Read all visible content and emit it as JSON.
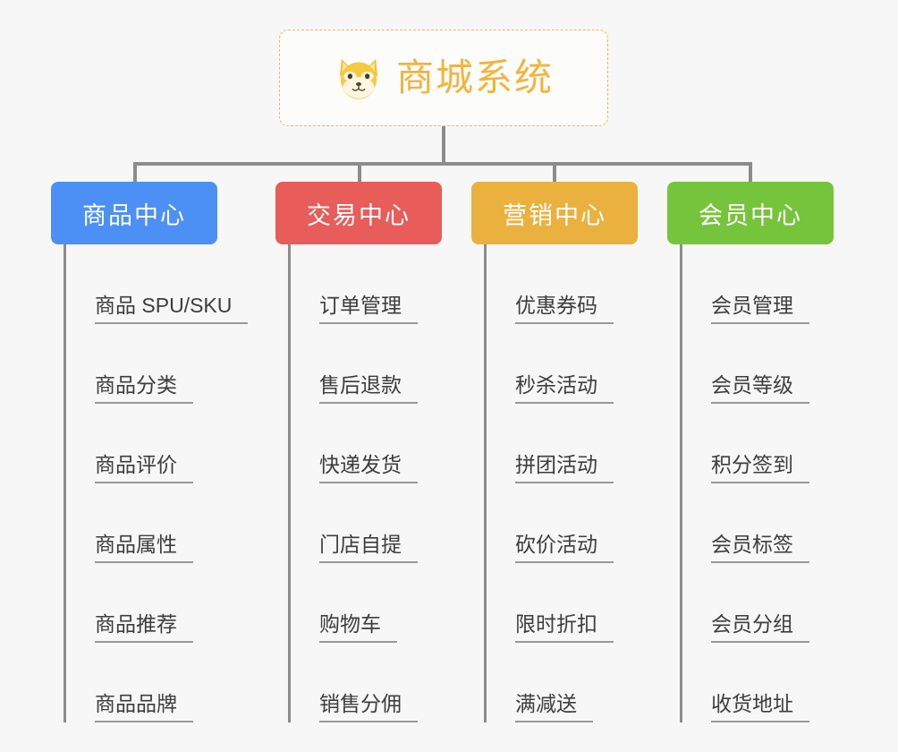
{
  "diagram": {
    "type": "org-chart",
    "background_color": "#f7f7f7",
    "root": {
      "title": "商城系统",
      "icon": "shiba-dog-emoji",
      "border_color": "#e7b96a",
      "text_color": "#f0b53f",
      "border_style": "dashed"
    },
    "connector_color": "#8c8c8c",
    "branches": [
      {
        "label": "商品中心",
        "color": "#4d90f5",
        "items": [
          "商品 SPU/SKU",
          "商品分类",
          "商品评价",
          "商品属性",
          "商品推荐",
          "商品品牌"
        ]
      },
      {
        "label": "交易中心",
        "color": "#e85c5a",
        "items": [
          "订单管理",
          "售后退款",
          "快递发货",
          "门店自提",
          "购物车",
          "销售分佣"
        ]
      },
      {
        "label": "营销中心",
        "color": "#eab13f",
        "items": [
          "优惠券码",
          "秒杀活动",
          "拼团活动",
          "砍价活动",
          "限时折扣",
          "满减送"
        ]
      },
      {
        "label": "会员中心",
        "color": "#76c43c",
        "items": [
          "会员管理",
          "会员等级",
          "积分签到",
          "会员标签",
          "会员分组",
          "收货地址"
        ]
      }
    ]
  }
}
